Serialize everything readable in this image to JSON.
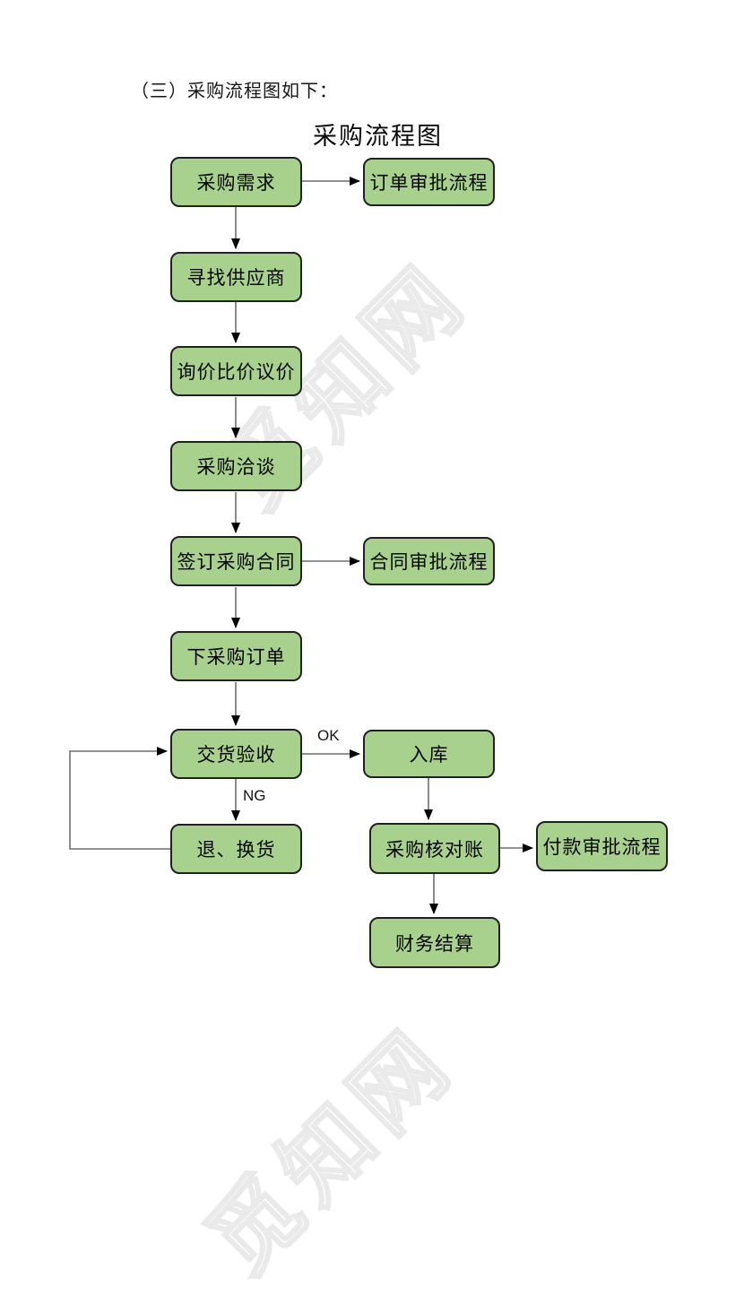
{
  "page": {
    "heading": "（三）采购流程图如下：",
    "chart_title": "采购流程图",
    "watermark_text": "觅知网"
  },
  "colors": {
    "node_fill": "#a9d18e",
    "node_border": "#212121",
    "connector": "#6e6e6e",
    "arrowhead": "#000000",
    "watermark": "#eaeaea"
  },
  "flowchart": {
    "nodes": [
      {
        "id": "purchase-demand",
        "label": "采购需求"
      },
      {
        "id": "order-approval",
        "label": "订单审批流程"
      },
      {
        "id": "find-supplier",
        "label": "寻找供应商"
      },
      {
        "id": "inquiry-compare-bargain",
        "label": "询价比价议价"
      },
      {
        "id": "purchase-talks",
        "label": "采购洽谈"
      },
      {
        "id": "sign-contract",
        "label": "签订采购合同"
      },
      {
        "id": "contract-approval",
        "label": "合同审批流程"
      },
      {
        "id": "place-order",
        "label": "下采购订单"
      },
      {
        "id": "delivery-acceptance",
        "label": "交货验收"
      },
      {
        "id": "warehouse-in",
        "label": "入库"
      },
      {
        "id": "return-exchange",
        "label": "退、换货"
      },
      {
        "id": "purchase-reconciliation",
        "label": "采购核对账"
      },
      {
        "id": "payment-approval",
        "label": "付款审批流程"
      },
      {
        "id": "financial-settlement",
        "label": "财务结算"
      }
    ],
    "edge_labels": {
      "ok": "OK",
      "ng": "NG"
    }
  }
}
